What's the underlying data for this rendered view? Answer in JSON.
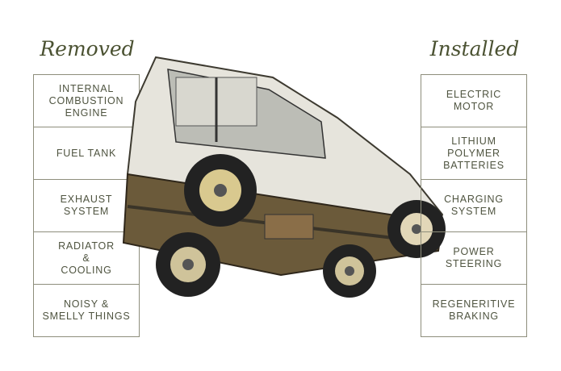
{
  "removed": {
    "title": "Removed",
    "items": [
      "INTERNAL\nCOMBUSTION\nENGINE",
      "FUEL TANK",
      "EXHAUST\nSYSTEM",
      "RADIATOR\n&\nCOOLING",
      "NOISY &\nSMELLY THINGS"
    ]
  },
  "installed": {
    "title": "Installed",
    "items": [
      "ELECTRIC\nMOTOR",
      "LITHIUM\nPOLYMER\nBATTERIES",
      "CHARGING\nSYSTEM",
      "POWER\nSTEERING",
      "REGENERITIVE\nBRAKING"
    ]
  }
}
